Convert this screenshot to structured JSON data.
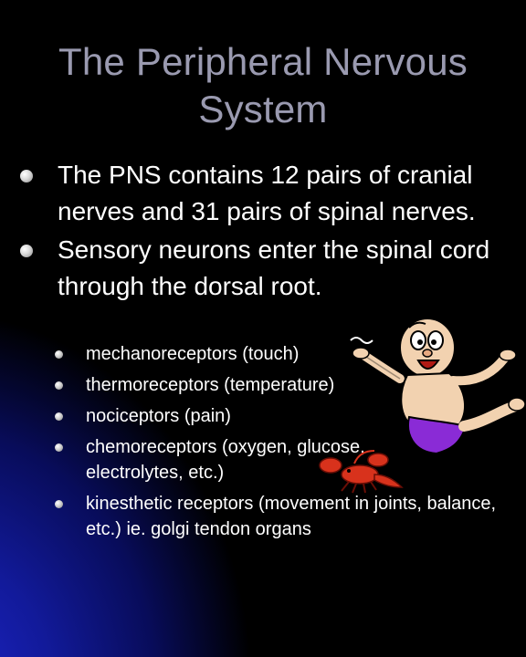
{
  "slide": {
    "title": "The Peripheral Nervous System",
    "bullets": [
      {
        "text": "The PNS contains 12 pairs of cranial nerves and 31 pairs of spinal nerves."
      },
      {
        "text": "Sensory neurons enter the spinal cord through the dorsal root."
      }
    ],
    "sub_bullets": [
      {
        "text": "mechanoreceptors (touch)"
      },
      {
        "text": "thermoreceptors (temperature)"
      },
      {
        "text": "nociceptors (pain)"
      },
      {
        "text": "chemoreceptors (oxygen, glucose, electrolytes, etc.)"
      },
      {
        "text": "kinesthetic receptors (movement in joints, balance, etc.) ie. golgi tendon organs"
      }
    ]
  },
  "colors": {
    "background": "#000000",
    "background_glow": "#1d24c8",
    "title": "#9a9ab0",
    "text": "#ffffff",
    "cartoon_skin": "#f2d2b0",
    "cartoon_shorts": "#8a2bd6",
    "lobster": "#d8321c"
  },
  "images": {
    "person": "startled-cartoon-man-clipart",
    "lobster": "red-lobster-clipart"
  }
}
